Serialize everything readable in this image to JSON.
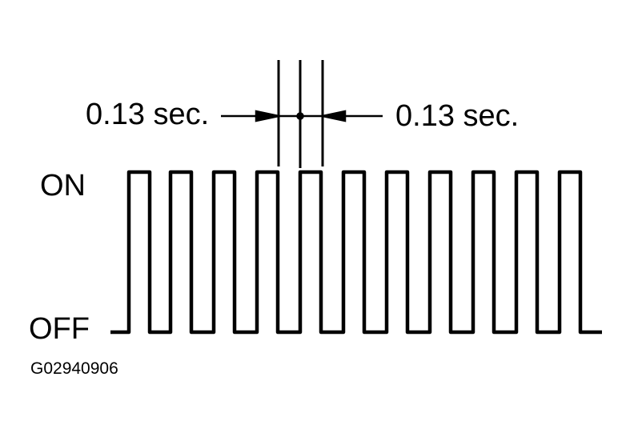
{
  "diagram": {
    "labels": {
      "on": "ON",
      "off": "OFF",
      "left_timing": "0.13 sec.",
      "right_timing": "0.13 sec.",
      "figure_code": "G02940906"
    },
    "waveform": {
      "type": "square-pulse-train",
      "pulse_count": 11,
      "on_duration": "0.13 sec.",
      "off_duration": "0.13 sec.",
      "levels": [
        "OFF",
        "ON"
      ]
    },
    "colors": {
      "line": "#000000",
      "background": "#ffffff"
    }
  }
}
